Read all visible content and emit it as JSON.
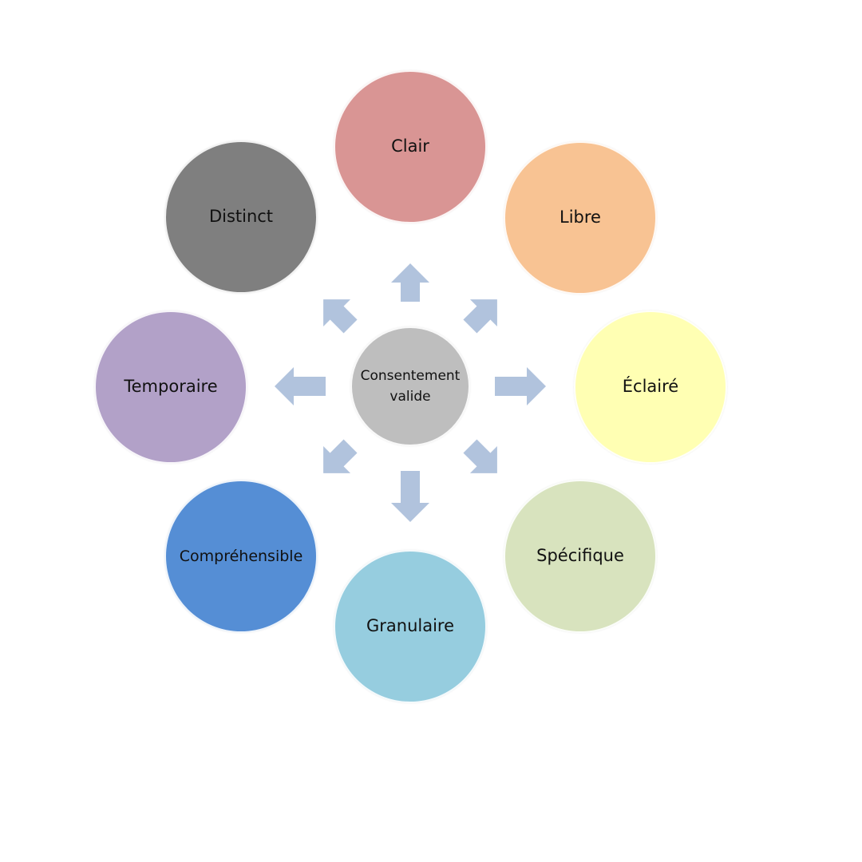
{
  "center": {
    "label_line1": "Consentement",
    "label_line2": "valide",
    "color": "#BEBEBE"
  },
  "arrow_color": "#B1C3DD",
  "nodes": [
    {
      "id": "clair",
      "label": "Clair",
      "color": "#D99594"
    },
    {
      "id": "libre",
      "label": "Libre",
      "color": "#F8C393"
    },
    {
      "id": "eclaire",
      "label": "Éclairé",
      "color": "#FFFFB3"
    },
    {
      "id": "specifique",
      "label": "Spécifique",
      "color": "#D8E3BE"
    },
    {
      "id": "granulaire",
      "label": "Granulaire",
      "color": "#96CDDF"
    },
    {
      "id": "comprehensible",
      "label": "Compréhensible",
      "color": "#558ED5"
    },
    {
      "id": "temporaire",
      "label": "Temporaire",
      "color": "#B2A1C8"
    },
    {
      "id": "distinct",
      "label": "Distinct",
      "color": "#7F7F7F"
    }
  ]
}
